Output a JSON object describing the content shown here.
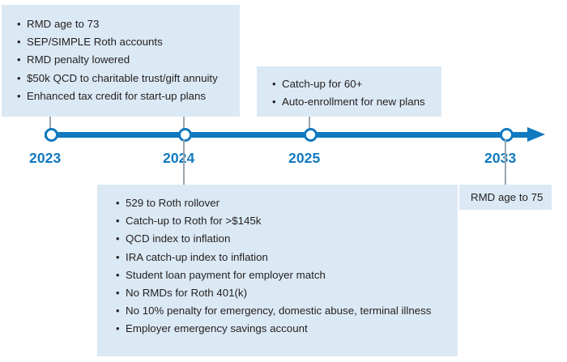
{
  "theme": {
    "box_fill": "#dbe9f4",
    "accent_blue": "#1179c0",
    "text_color": "#231f20",
    "stem_gray": "#9aa5ad",
    "background": "#ffffff"
  },
  "timeline": {
    "milestones": [
      {
        "year": "2023"
      },
      {
        "year": "2024"
      },
      {
        "year": "2025"
      },
      {
        "year": "2033"
      }
    ]
  },
  "callouts": {
    "y2023": {
      "items": [
        "RMD age to 73",
        "SEP/SIMPLE Roth accounts",
        "RMD penalty lowered",
        "$50k QCD to charitable trust/gift annuity",
        "Enhanced tax credit for start-up plans"
      ]
    },
    "y2025": {
      "items": [
        "Catch-up for 60+",
        "Auto-enrollment for new plans"
      ]
    },
    "y2024": {
      "items": [
        "529 to Roth rollover",
        "Catch-up to Roth for >$145k",
        "QCD index to inflation",
        "IRA catch-up index to inflation",
        "Student loan payment for employer match",
        "No RMDs for Roth 401(k)",
        "No 10% penalty for emergency, domestic abuse, terminal illness",
        "Employer emergency savings account"
      ]
    },
    "y2033": {
      "text": "RMD age to 75"
    }
  }
}
